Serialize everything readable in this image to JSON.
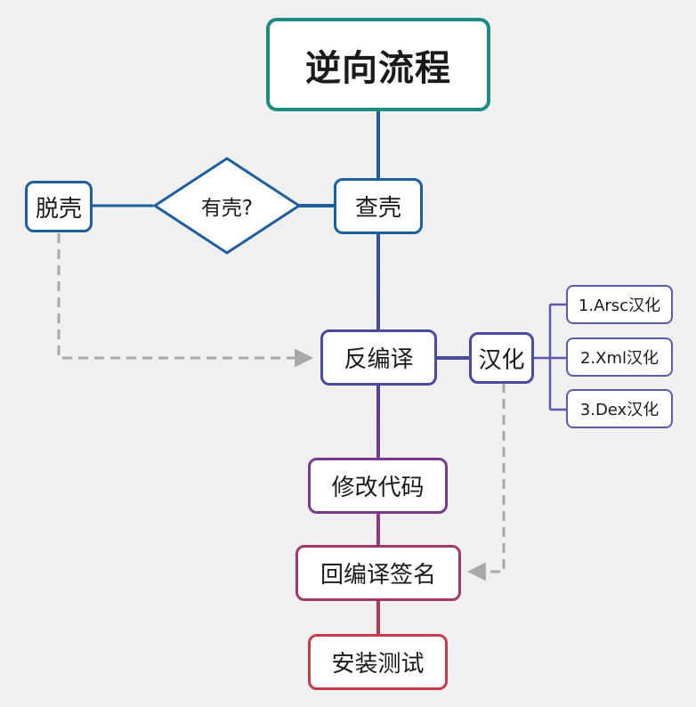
{
  "diagram": {
    "title": "逆向流程",
    "nodes": {
      "check_shell": "查壳",
      "has_shell": "有壳?",
      "unpack": "脱壳",
      "decompile": "反编译",
      "localize": "汉化",
      "localize_arsc": "1.Arsc汉化",
      "localize_xml": "2.Xml汉化",
      "localize_dex": "3.Dex汉化",
      "modify_code": "修改代码",
      "recompile_sign": "回编译签名",
      "install_test": "安装测试"
    },
    "colors": {
      "background": "#f0f0f0",
      "title_border": "#1a8c84",
      "blue": "#1c5fa0",
      "indigo": "#4a4aa0",
      "purple": "#7a3a8c",
      "magenta": "#a03a6a",
      "red": "#c83a48",
      "dashed": "#a8a8a8"
    }
  }
}
